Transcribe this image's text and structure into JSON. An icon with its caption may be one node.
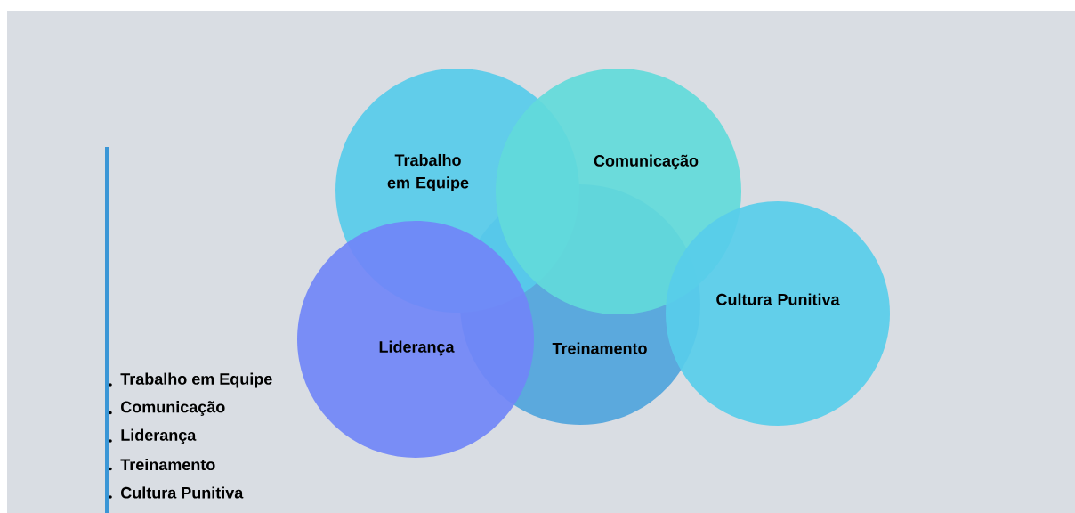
{
  "diagram": {
    "nodes": [
      {
        "text": [
          "Trabalho em Equipe"
        ]
      },
      {
        "text": [
          "Comunicação"
        ]
      },
      {
        "text": [
          "Liderança"
        ]
      },
      {
        "text": [
          "Treinamento"
        ]
      },
      {
        "text": [
          "Cultura Punitiva"
        ]
      }
    ],
    "labels": [
      "Trabalho em Equipe",
      "Comunicação",
      "Liderança",
      "Treinamento",
      "Cultura Punitiva"
    ]
  }
}
